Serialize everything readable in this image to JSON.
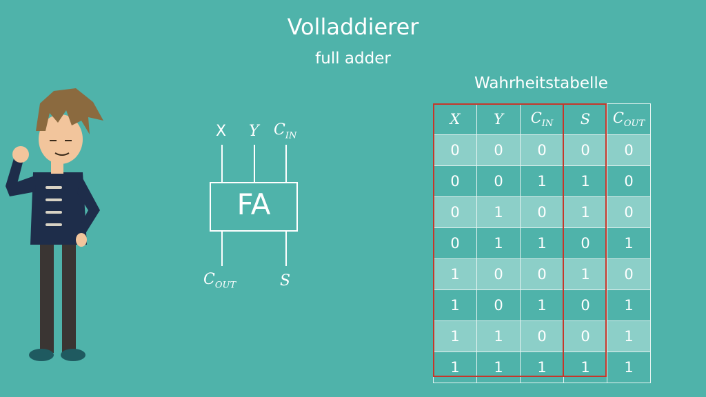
{
  "title": "Volladdierer",
  "subtitle": "full adder",
  "table_title": "Wahrheitstabelle",
  "block": {
    "label": "FA",
    "inputs": {
      "x": "X",
      "y": "Y",
      "cin": "C",
      "cin_sub": "IN"
    },
    "outputs": {
      "cout": "C",
      "cout_sub": "OUT",
      "s": "S"
    }
  },
  "truth_table": {
    "headers": [
      {
        "main": "X",
        "sub": ""
      },
      {
        "main": "Y",
        "sub": ""
      },
      {
        "main": "C",
        "sub": "IN"
      },
      {
        "main": "S",
        "sub": ""
      },
      {
        "main": "C",
        "sub": "OUT"
      }
    ],
    "rows": [
      [
        "0",
        "0",
        "0",
        "0",
        "0"
      ],
      [
        "0",
        "0",
        "1",
        "1",
        "0"
      ],
      [
        "0",
        "1",
        "0",
        "1",
        "0"
      ],
      [
        "0",
        "1",
        "1",
        "0",
        "1"
      ],
      [
        "1",
        "0",
        "0",
        "1",
        "0"
      ],
      [
        "1",
        "0",
        "1",
        "0",
        "1"
      ],
      [
        "1",
        "1",
        "0",
        "0",
        "1"
      ],
      [
        "1",
        "1",
        "1",
        "1",
        "1"
      ]
    ]
  },
  "colors": {
    "background": "#4fb3aa",
    "row_light": "#8ccfc8",
    "highlight": "#c6362a",
    "line": "#ffffff"
  }
}
